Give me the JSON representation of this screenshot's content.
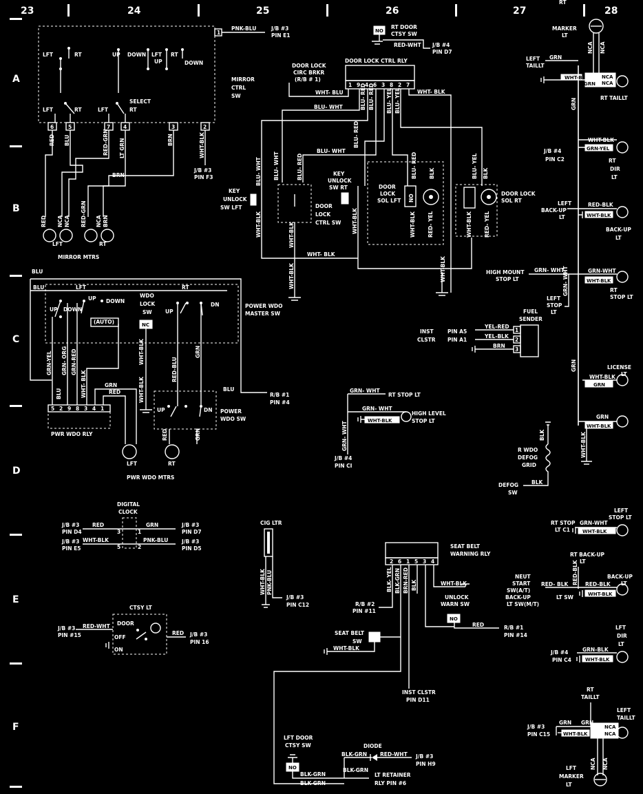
{
  "columns": [
    "23",
    "24",
    "25",
    "26",
    "27",
    "28"
  ],
  "rows": [
    "A",
    "B",
    "C",
    "D",
    "E",
    "F"
  ],
  "labels": {
    "mirror_ctrl_sw": [
      "MIRROR",
      "CTRL",
      "SW"
    ],
    "mirror_mtrs": "MIRROR MTRS",
    "select": "SELECT",
    "lft": "LFT",
    "rt": "RT",
    "up": "UP",
    "down": "DOWN",
    "dn": "DN",
    "auto": "(AUTO)",
    "pnk_blu": "PNK-BLU",
    "jb3_e1": [
      "J/B #3",
      "PIN E1"
    ],
    "jb3_f3": [
      "J/B #3",
      "PIN F3"
    ],
    "rt_door_ctsy_sw": [
      "RT DOOR",
      "CTSY SW"
    ],
    "no": "NO",
    "nc": "NC",
    "nca": "NCA",
    "red_wht": "RED-WHT",
    "jb4_d7": [
      "J/B #4",
      "PIN D7"
    ],
    "door_lock_ctrl_rly": "DOOR LOCK CTRL RLY",
    "door_lock_circ_brkr": [
      "DOOR LOCK",
      "CIRC BRKR",
      "(R/B # 1)"
    ],
    "relay_pins": [
      "1",
      "9",
      "4",
      "6",
      "3",
      "8",
      "2",
      "7"
    ],
    "wht_blu": "WHT- BLU",
    "wht_blk": "WHT- BLK",
    "blu_wht": "BLU- WHT",
    "blu_red": "BLU- RED",
    "blu_yel": "BLU- YEL",
    "red_yel": "RED- YEL",
    "blk": "BLK",
    "key_unlock_sw_lft": [
      "KEY",
      "UNLOCK",
      "SW LFT"
    ],
    "key_unlock_sw_rt": [
      "KEY",
      "UNLOCK",
      "SW RT"
    ],
    "door_lock_ctrl_sw": [
      "DOOR",
      "LOCK",
      "CTRL SW"
    ],
    "door_lock_sol_lft": [
      "DOOR",
      "LOCK",
      "SOL LFT"
    ],
    "door_lock_sol_rt": [
      "DOOR LOCK",
      "SOL RT"
    ],
    "mirror_pins": [
      "6",
      "5",
      "7",
      "4",
      "3",
      "2"
    ],
    "red": "RED",
    "blu": "BLU",
    "red_grn": "RED-GRN",
    "lt_grn": "LT GRN",
    "brn": "BRN",
    "wht_blk2": "WHT-BLK",
    "rt_marker_lt": [
      "RT",
      "MARKER",
      "LT"
    ],
    "left_taillt": [
      "LEFT",
      "TAILLT"
    ],
    "grn": "GRN",
    "rt_taillt": "RT TAILLT",
    "jb4_c2": [
      "J/B #4",
      "PIN C2"
    ],
    "grn_yel": "GRN-YEL",
    "rt_dir_lt": [
      "RT",
      "DIR",
      "LT"
    ],
    "left_backup_lt": [
      "LEFT",
      "BACK-UP",
      "LT"
    ],
    "red_blk": "RED-BLK",
    "backup_lt": [
      "BACK-UP",
      "LT"
    ],
    "high_mount_stop_lt": [
      "HIGH MOUNT",
      "STOP LT"
    ],
    "grn_wht": "GRN- WHT",
    "left_stop_lt": [
      "LEFT",
      "STOP",
      "LT"
    ],
    "rt_stop_lt": [
      "RT",
      "STOP LT"
    ],
    "fuel_sender": [
      "FUEL",
      "SENDER"
    ],
    "inst_clstr": [
      "INST",
      "CLSTR"
    ],
    "pin_a5": "PIN A5",
    "pin_a1": "PIN A1",
    "yel_red": "YEL-RED",
    "yel_blk": "YEL-BLK",
    "sender_pins": [
      "1",
      "2",
      "3"
    ],
    "license_lt": [
      "LICENSE",
      "LT"
    ],
    "power_wdo_master_sw": [
      "POWER WDO",
      "MASTER SW"
    ],
    "wdo_lock_sw": [
      "WDO",
      "LOCK",
      "SW"
    ],
    "grn_yel2": "GRN-YEL",
    "grn_org": "GRN- ORG",
    "grn_red": "GRN-RED",
    "wht_blk3": "WHT- BLK",
    "red_blu": "RED-BLU",
    "rb1_4": [
      "R/B #1",
      "PIN #4"
    ],
    "power_wdo_sw": [
      "POWER",
      "WDO SW"
    ],
    "pwr_wdo_rly": "PWR WDO RLY",
    "rly_pins": [
      "5",
      "2",
      "9",
      "8",
      "3",
      "4",
      "1"
    ],
    "pwr_wdo_mtrs": "PWR WDO MTRS",
    "rt_stop_lt2": "RT STOP LT",
    "high_level_stop_lt": [
      "HIGH LEVEL",
      "STOP LT"
    ],
    "jb4_c1": [
      "J/B #4",
      "PIN CI"
    ],
    "r_wdo_defog_grid": [
      "R WDO",
      "DEFOG",
      "GRID"
    ],
    "defog_sw": [
      "DEFOG",
      "SW"
    ],
    "digital_clock": [
      "DIGITAL",
      "CLOCK"
    ],
    "jb3_d4": [
      "J/B #3",
      "PIN D4"
    ],
    "jb3_e5": [
      "J/B #3",
      "PIN E5"
    ],
    "jb3_d7": [
      "J/B #3",
      "PIN D7"
    ],
    "jb3_d5": [
      "J/B #3",
      "PIN D5"
    ],
    "clock_pins": [
      "3",
      "1",
      "5",
      "2"
    ],
    "cig_ltr": "CIG LTR",
    "jb3_c12": [
      "J/B #3",
      "PIN C12"
    ],
    "seat_belt_warning_rly": [
      "SEAT BELT",
      "WARNING RLY"
    ],
    "sb_pins": [
      "2",
      "6",
      "1",
      "5",
      "3",
      "4"
    ],
    "blk_yel": "BLK- YEL",
    "blk_grn": "BLK-GRN",
    "brn_red": "BRN-RED",
    "rb2_11": [
      "R/B #2",
      "PIN #11"
    ],
    "unlock_warn_sw": [
      "UNLOCK",
      "WARN SW"
    ],
    "rb1_14": [
      "R/B #1",
      "PIN #14"
    ],
    "seat_belt_sw": [
      "SEAT BELT",
      "SW"
    ],
    "inst_clstr_d11": [
      "INST CLSTR",
      "PIN D11"
    ],
    "ctsy_lt": "CTSY LT",
    "jb3_15": [
      "J/B #3",
      "PIN #15"
    ],
    "jb3_16": [
      "J/B #3",
      "PIN 16"
    ],
    "door": "DOOR",
    "off": "OFF",
    "on": "ON",
    "lft_door_ctsy_sw": [
      "LFT DOOR",
      "CTSY SW"
    ],
    "diode": "DIODE",
    "jb3_h9": [
      "J/B #3",
      "PIN H9"
    ],
    "lt_retainer": [
      "LT RETAINER",
      "RLY PIN #6"
    ],
    "rt_stop_lt_c1": [
      "RT STOP",
      "LT C1"
    ],
    "rt_backup_lt": [
      "RT BACK-UP",
      "LT"
    ],
    "neut_start": [
      "NEUT",
      "START",
      "SW(A/T)",
      "BACK-UP",
      "LT SW(M/T)"
    ],
    "red_blk2": "RED- BLK",
    "lt_sw": "LT SW",
    "backup_lt2": [
      "BACK-UP",
      "LT"
    ],
    "lft_dir_lt": [
      "LFT",
      "DIR",
      "LT"
    ],
    "jb4_c4": [
      "J/B #4",
      "PIN C4"
    ],
    "rt_taillt2": [
      "RT",
      "TAILLT"
    ],
    "left_taillt2": [
      "LEFT",
      "TAILLT"
    ],
    "jb3_c15": [
      "J/B #3",
      "PIN C15"
    ],
    "lft_marker_lt": [
      "LFT",
      "MARKER",
      "LT"
    ],
    "grn_blk": "GRN- BLK",
    "grn_blk2": "GRN-BLK",
    "grn_grn": "GRN",
    "grn_wht2": "GRN-WHT"
  }
}
